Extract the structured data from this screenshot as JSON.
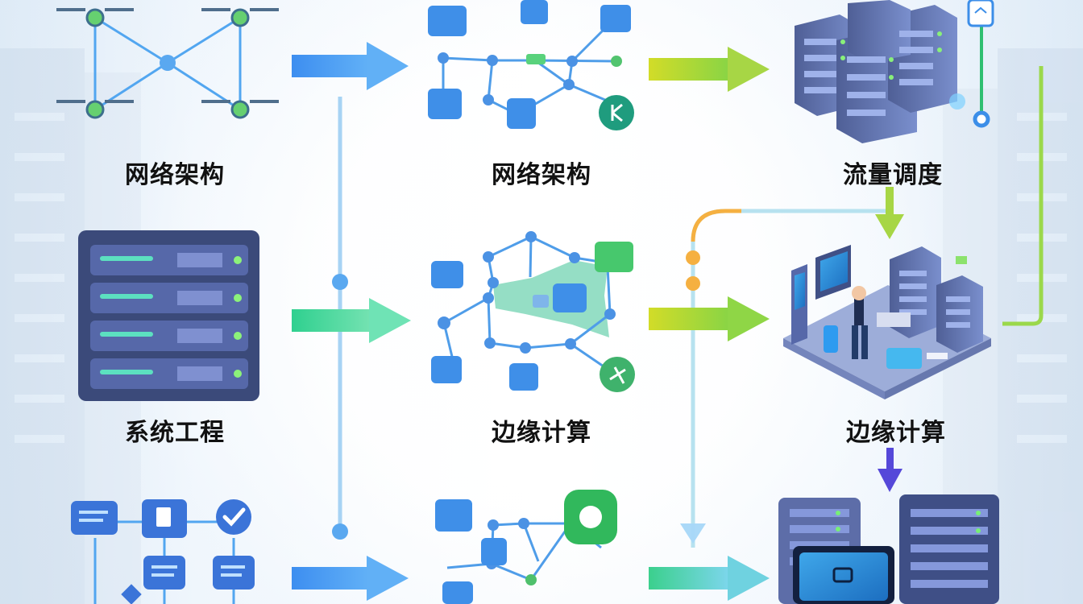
{
  "labels": {
    "network_arch_left": "网络架构",
    "network_arch_center": "网络架构",
    "traffic_scheduling": "流量调度",
    "system_engineering": "系统工程",
    "edge_computing_center": "边缘计算",
    "edge_computing_right": "边缘计算"
  },
  "colors": {
    "arrow_blue": "#4b9ef0",
    "arrow_green": "#3ecf8e",
    "arrow_yellow_green": "#b8d42a",
    "line_blue": "#9fd0f4",
    "node_blue": "#4a90e2",
    "node_green": "#2fbf71",
    "server_navy": "#3b4a7a",
    "accent_orange": "#f5b041",
    "accent_purple": "#4b3fc4"
  },
  "icons": [
    "drone-icon",
    "server-rack-icon",
    "document-icon",
    "checkmark-icon",
    "calendar-icon",
    "network-node-icon",
    "data-center-icon",
    "monitor-icon"
  ]
}
